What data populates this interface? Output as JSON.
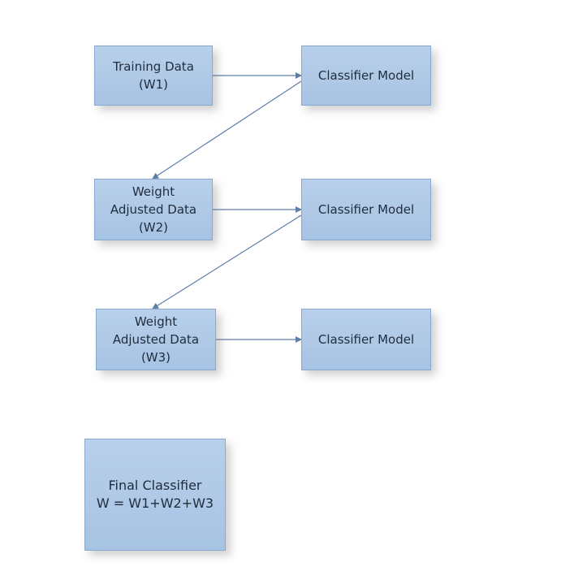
{
  "diagram": {
    "training": {
      "line1": "Training Data",
      "line2": "(W1)"
    },
    "classifier_1": {
      "label": "Classifier Model"
    },
    "weighted_2": {
      "line1": "Weight",
      "line2": "Adjusted Data",
      "line3": "(W2)"
    },
    "classifier_2": {
      "label": "Classifier Model"
    },
    "weighted_3": {
      "line1": "Weight",
      "line2": "Adjusted Data",
      "line3": "(W3)"
    },
    "classifier_3": {
      "label": "Classifier Model"
    },
    "final": {
      "line1": "Final Classifier",
      "line2": "W = W1+W2+W3"
    },
    "colors": {
      "node_fill": "#a7c3e3",
      "node_border": "#8aa9cf",
      "arrow": "#5f7ea6"
    }
  }
}
